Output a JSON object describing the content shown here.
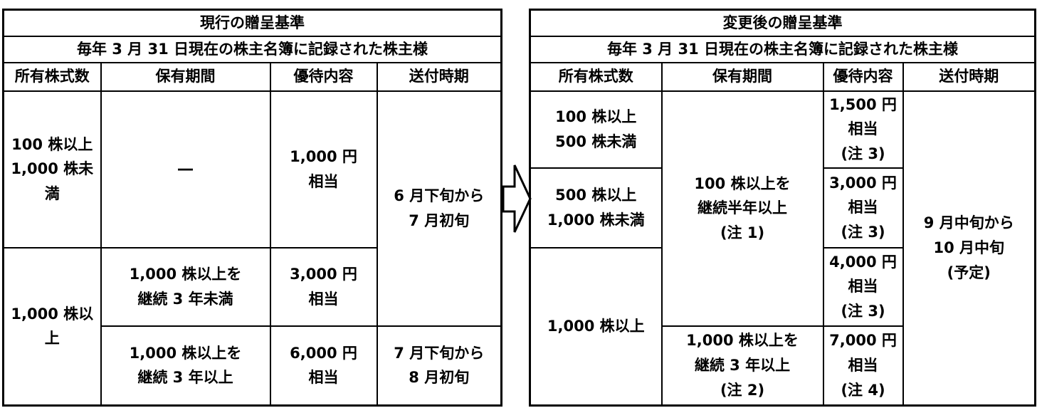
{
  "colors": {
    "background": "#ffffff",
    "line": "#000000",
    "text": "#000000"
  },
  "arrow": {
    "icon": "right-block-arrow"
  },
  "left_table": {
    "title": "現行の贈呈基準",
    "subtitle": "毎年 3 月 31 日現在の株主名簿に記録された株主様",
    "columns": [
      "所有株式数",
      "保有期間",
      "優待内容",
      "送付時期"
    ],
    "body": {
      "shares_100_1000": "100 株以上\n1,000 株未満",
      "holding_dash": "―",
      "benefit_1000": "1,000 円\n相当",
      "send_jun_jul": "6 月下旬から\n7 月初旬",
      "shares_1000": "1,000 株以上",
      "holding_under_3y": "1,000 株以上を\n継続 3 年未満",
      "benefit_3000": "3,000 円\n相当",
      "holding_over_3y": "1,000 株以上を\n継続 3 年以上",
      "benefit_6000": "6,000 円\n相当",
      "send_jul_aug": "7 月下旬から\n8 月初旬"
    }
  },
  "right_table": {
    "title": "変更後の贈呈基準",
    "subtitle": "毎年 3 月 31 日現在の株主名簿に記録された株主様",
    "columns": [
      "所有株式数",
      "保有期間",
      "優待内容",
      "送付時期"
    ],
    "body": {
      "shares_100_500": "100 株以上\n500 株未満",
      "holding_half_year": "100 株以上を\n継続半年以上\n(注 1)",
      "benefit_1500": "1,500 円\n相当\n(注 3)",
      "send_sep_oct": "9 月中旬から\n10 月中旬\n(予定)",
      "shares_500_1000": "500 株以上\n1,000 株未満",
      "benefit_3000": "3,000 円\n相当\n(注 3)",
      "shares_1000": "1,000 株以上",
      "benefit_4000": "4,000 円\n相当\n(注 3)",
      "holding_over_3y": "1,000 株以上を\n継続 3 年以上\n(注 2)",
      "benefit_7000": "7,000 円\n相当\n(注 4)"
    }
  }
}
